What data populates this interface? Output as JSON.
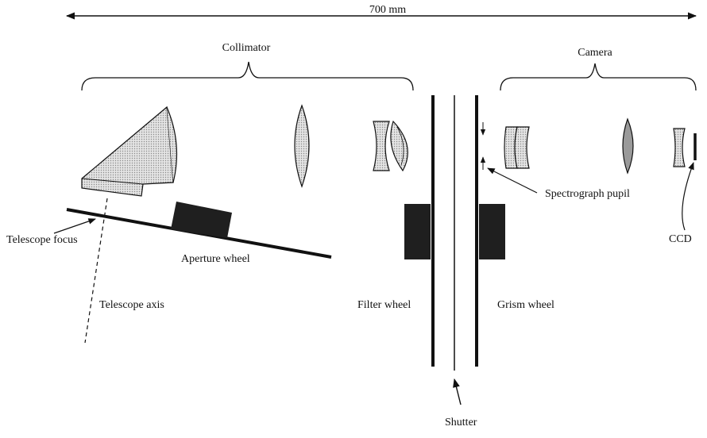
{
  "labels": {
    "scale": "700 mm",
    "collimator": "Collimator",
    "camera": "Camera",
    "spectrograph_pupil": "Spectrograph pupil",
    "telescope_focus": "Telescope focus",
    "ccd": "CCD",
    "aperture_wheel": "Aperture wheel",
    "telescope_axis": "Telescope axis",
    "filter_wheel": "Filter wheel",
    "grism_wheel": "Grism wheel",
    "shutter": "Shutter"
  },
  "colors": {
    "ink": "#111111",
    "lens_fill": "#d2d2d2",
    "prism_fill": "#cfcfcf",
    "dark_block": "#1f1f1f"
  }
}
